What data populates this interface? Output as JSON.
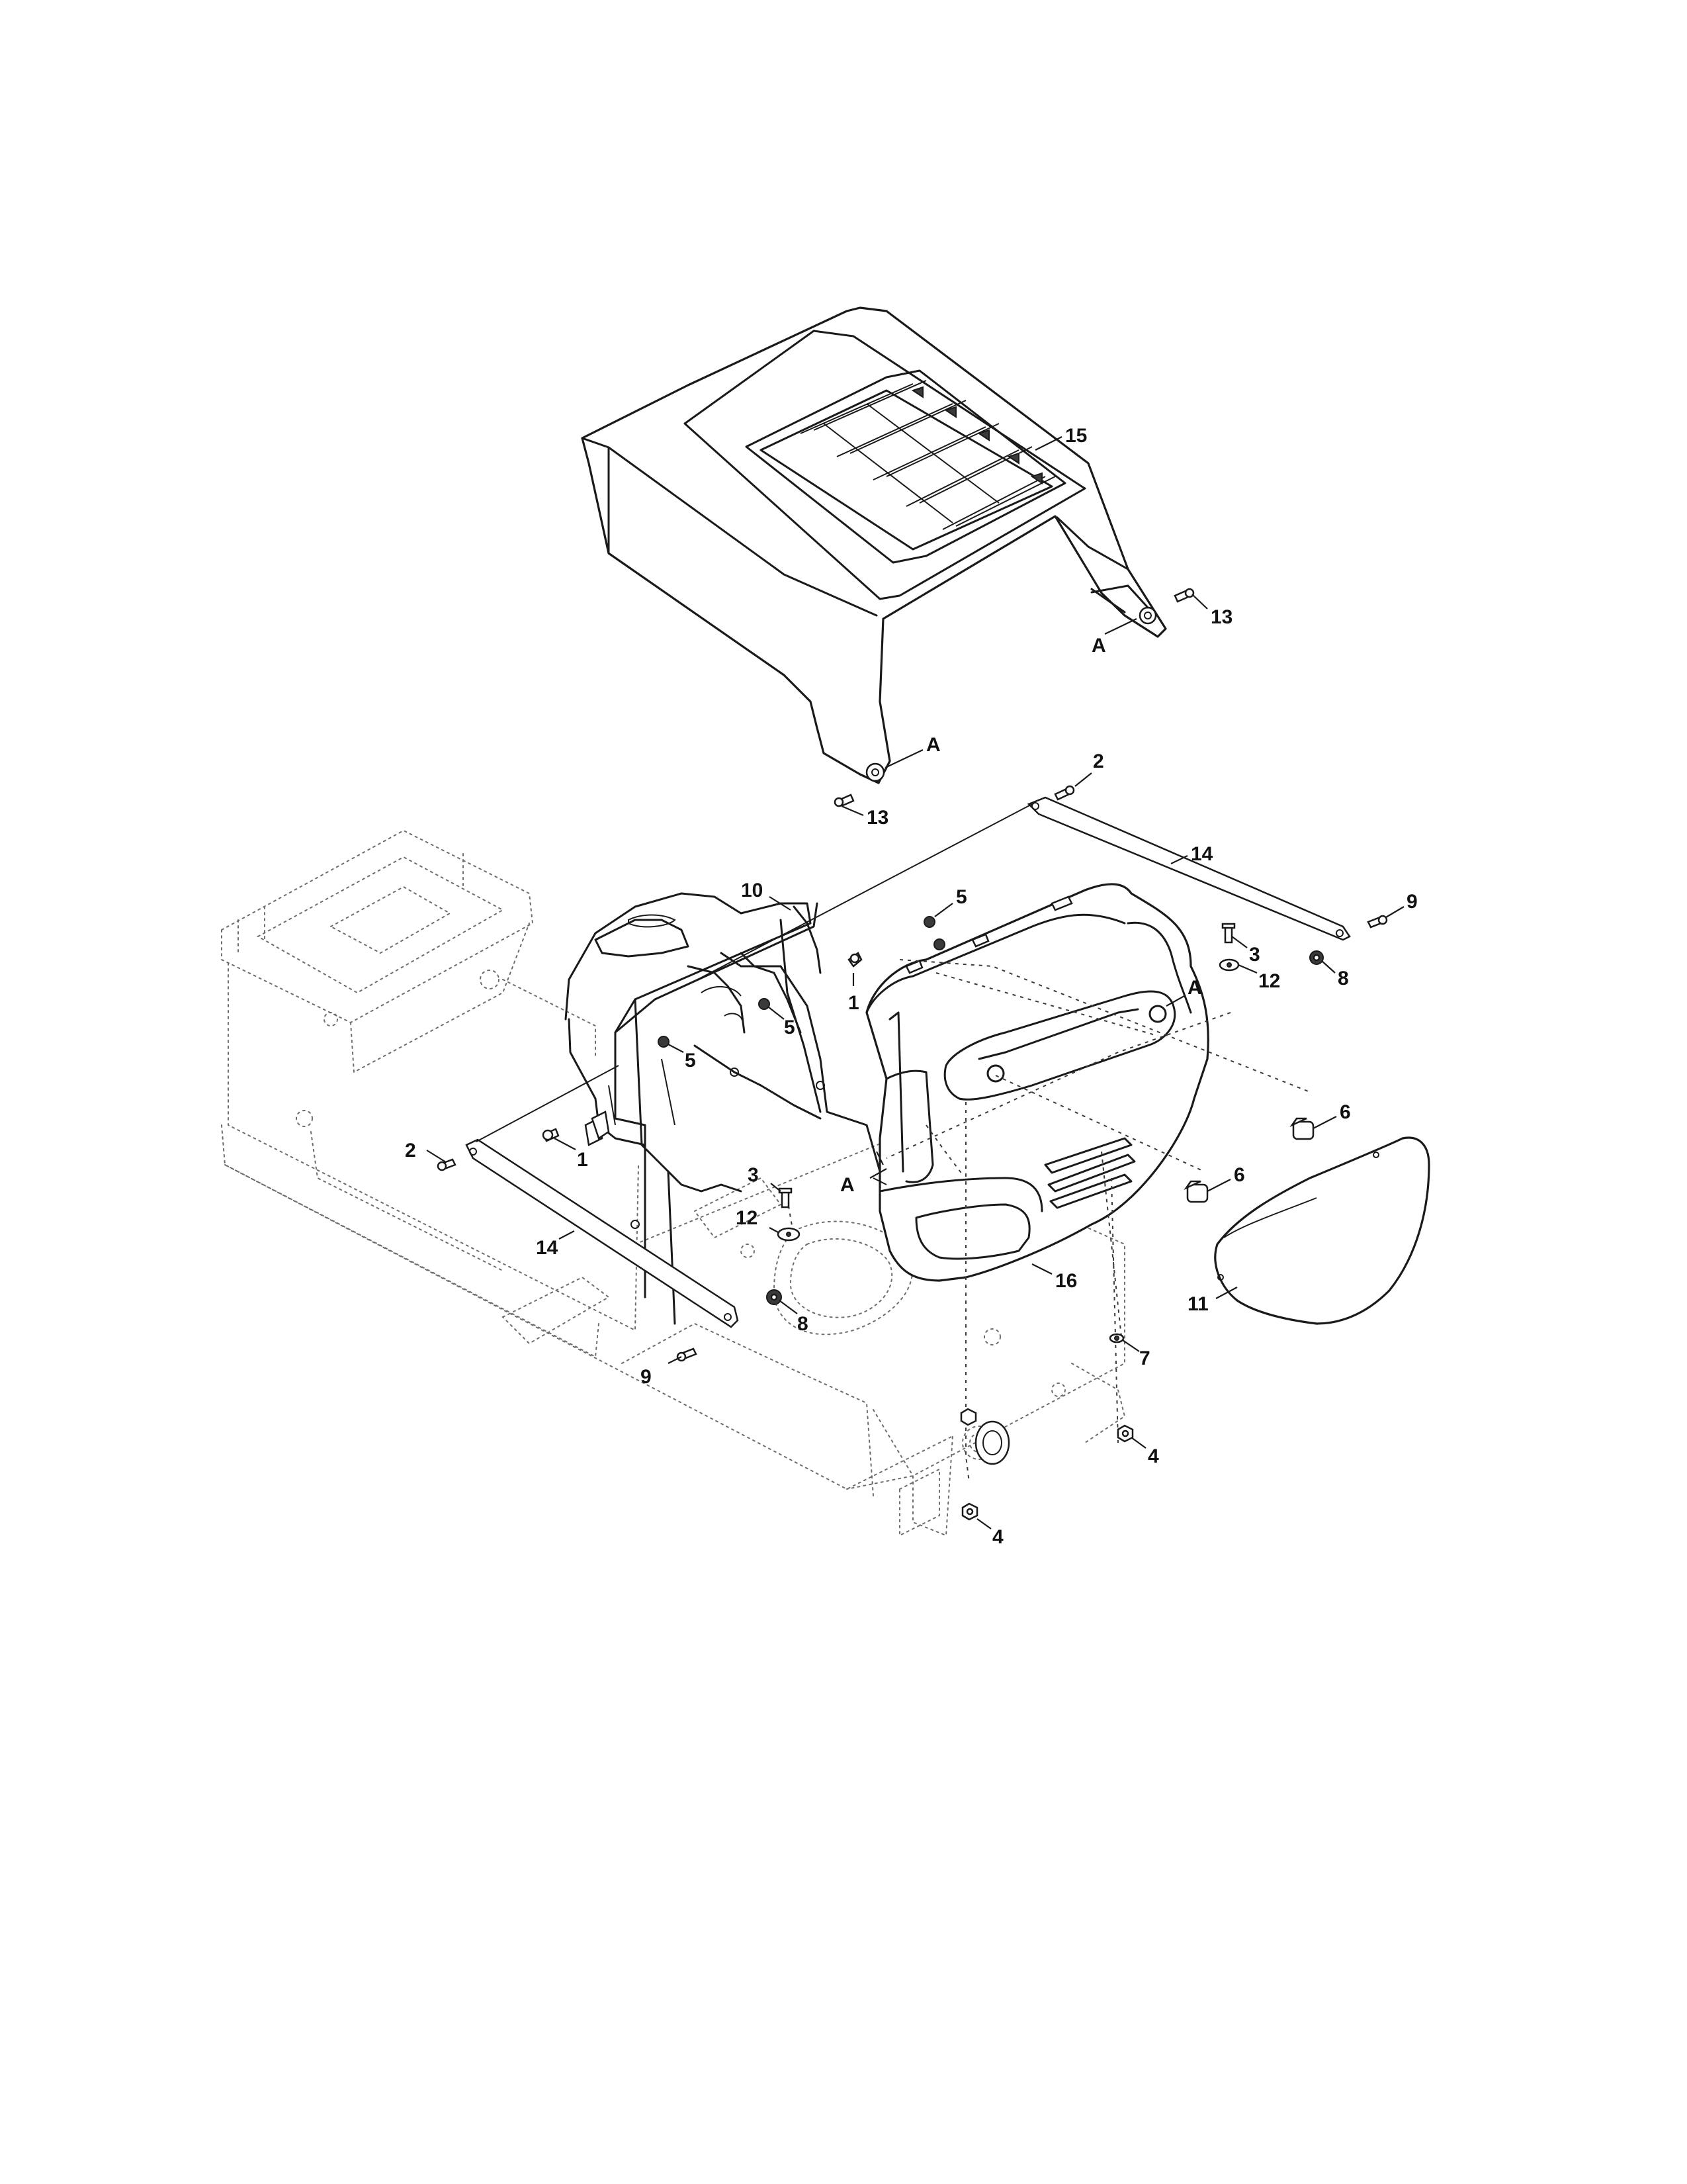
{
  "callouts": [
    {
      "id": "c15",
      "text": "15"
    },
    {
      "id": "c13a",
      "text": "13"
    },
    {
      "id": "cA1",
      "text": "A"
    },
    {
      "id": "cA2",
      "text": "A"
    },
    {
      "id": "c13b",
      "text": "13"
    },
    {
      "id": "c2a",
      "text": "2"
    },
    {
      "id": "c14a",
      "text": "14"
    },
    {
      "id": "c9a",
      "text": "9"
    },
    {
      "id": "c10",
      "text": "10"
    },
    {
      "id": "c5a",
      "text": "5"
    },
    {
      "id": "c3a",
      "text": "3"
    },
    {
      "id": "c8a",
      "text": "8"
    },
    {
      "id": "c1a",
      "text": "1"
    },
    {
      "id": "cA3",
      "text": "A"
    },
    {
      "id": "c12a",
      "text": "12"
    },
    {
      "id": "c5b",
      "text": "5"
    },
    {
      "id": "c5c",
      "text": "5"
    },
    {
      "id": "c6a",
      "text": "6"
    },
    {
      "id": "c2b",
      "text": "2"
    },
    {
      "id": "c1b",
      "text": "1"
    },
    {
      "id": "c3b",
      "text": "3"
    },
    {
      "id": "c6b",
      "text": "6"
    },
    {
      "id": "cA4",
      "text": "A"
    },
    {
      "id": "c12b",
      "text": "12"
    },
    {
      "id": "c14b",
      "text": "14"
    },
    {
      "id": "c16",
      "text": "16"
    },
    {
      "id": "c11",
      "text": "11"
    },
    {
      "id": "c8b",
      "text": "8"
    },
    {
      "id": "c7",
      "text": "7"
    },
    {
      "id": "c9b",
      "text": "9"
    },
    {
      "id": "c4a",
      "text": "4"
    },
    {
      "id": "c4b",
      "text": "4"
    }
  ]
}
